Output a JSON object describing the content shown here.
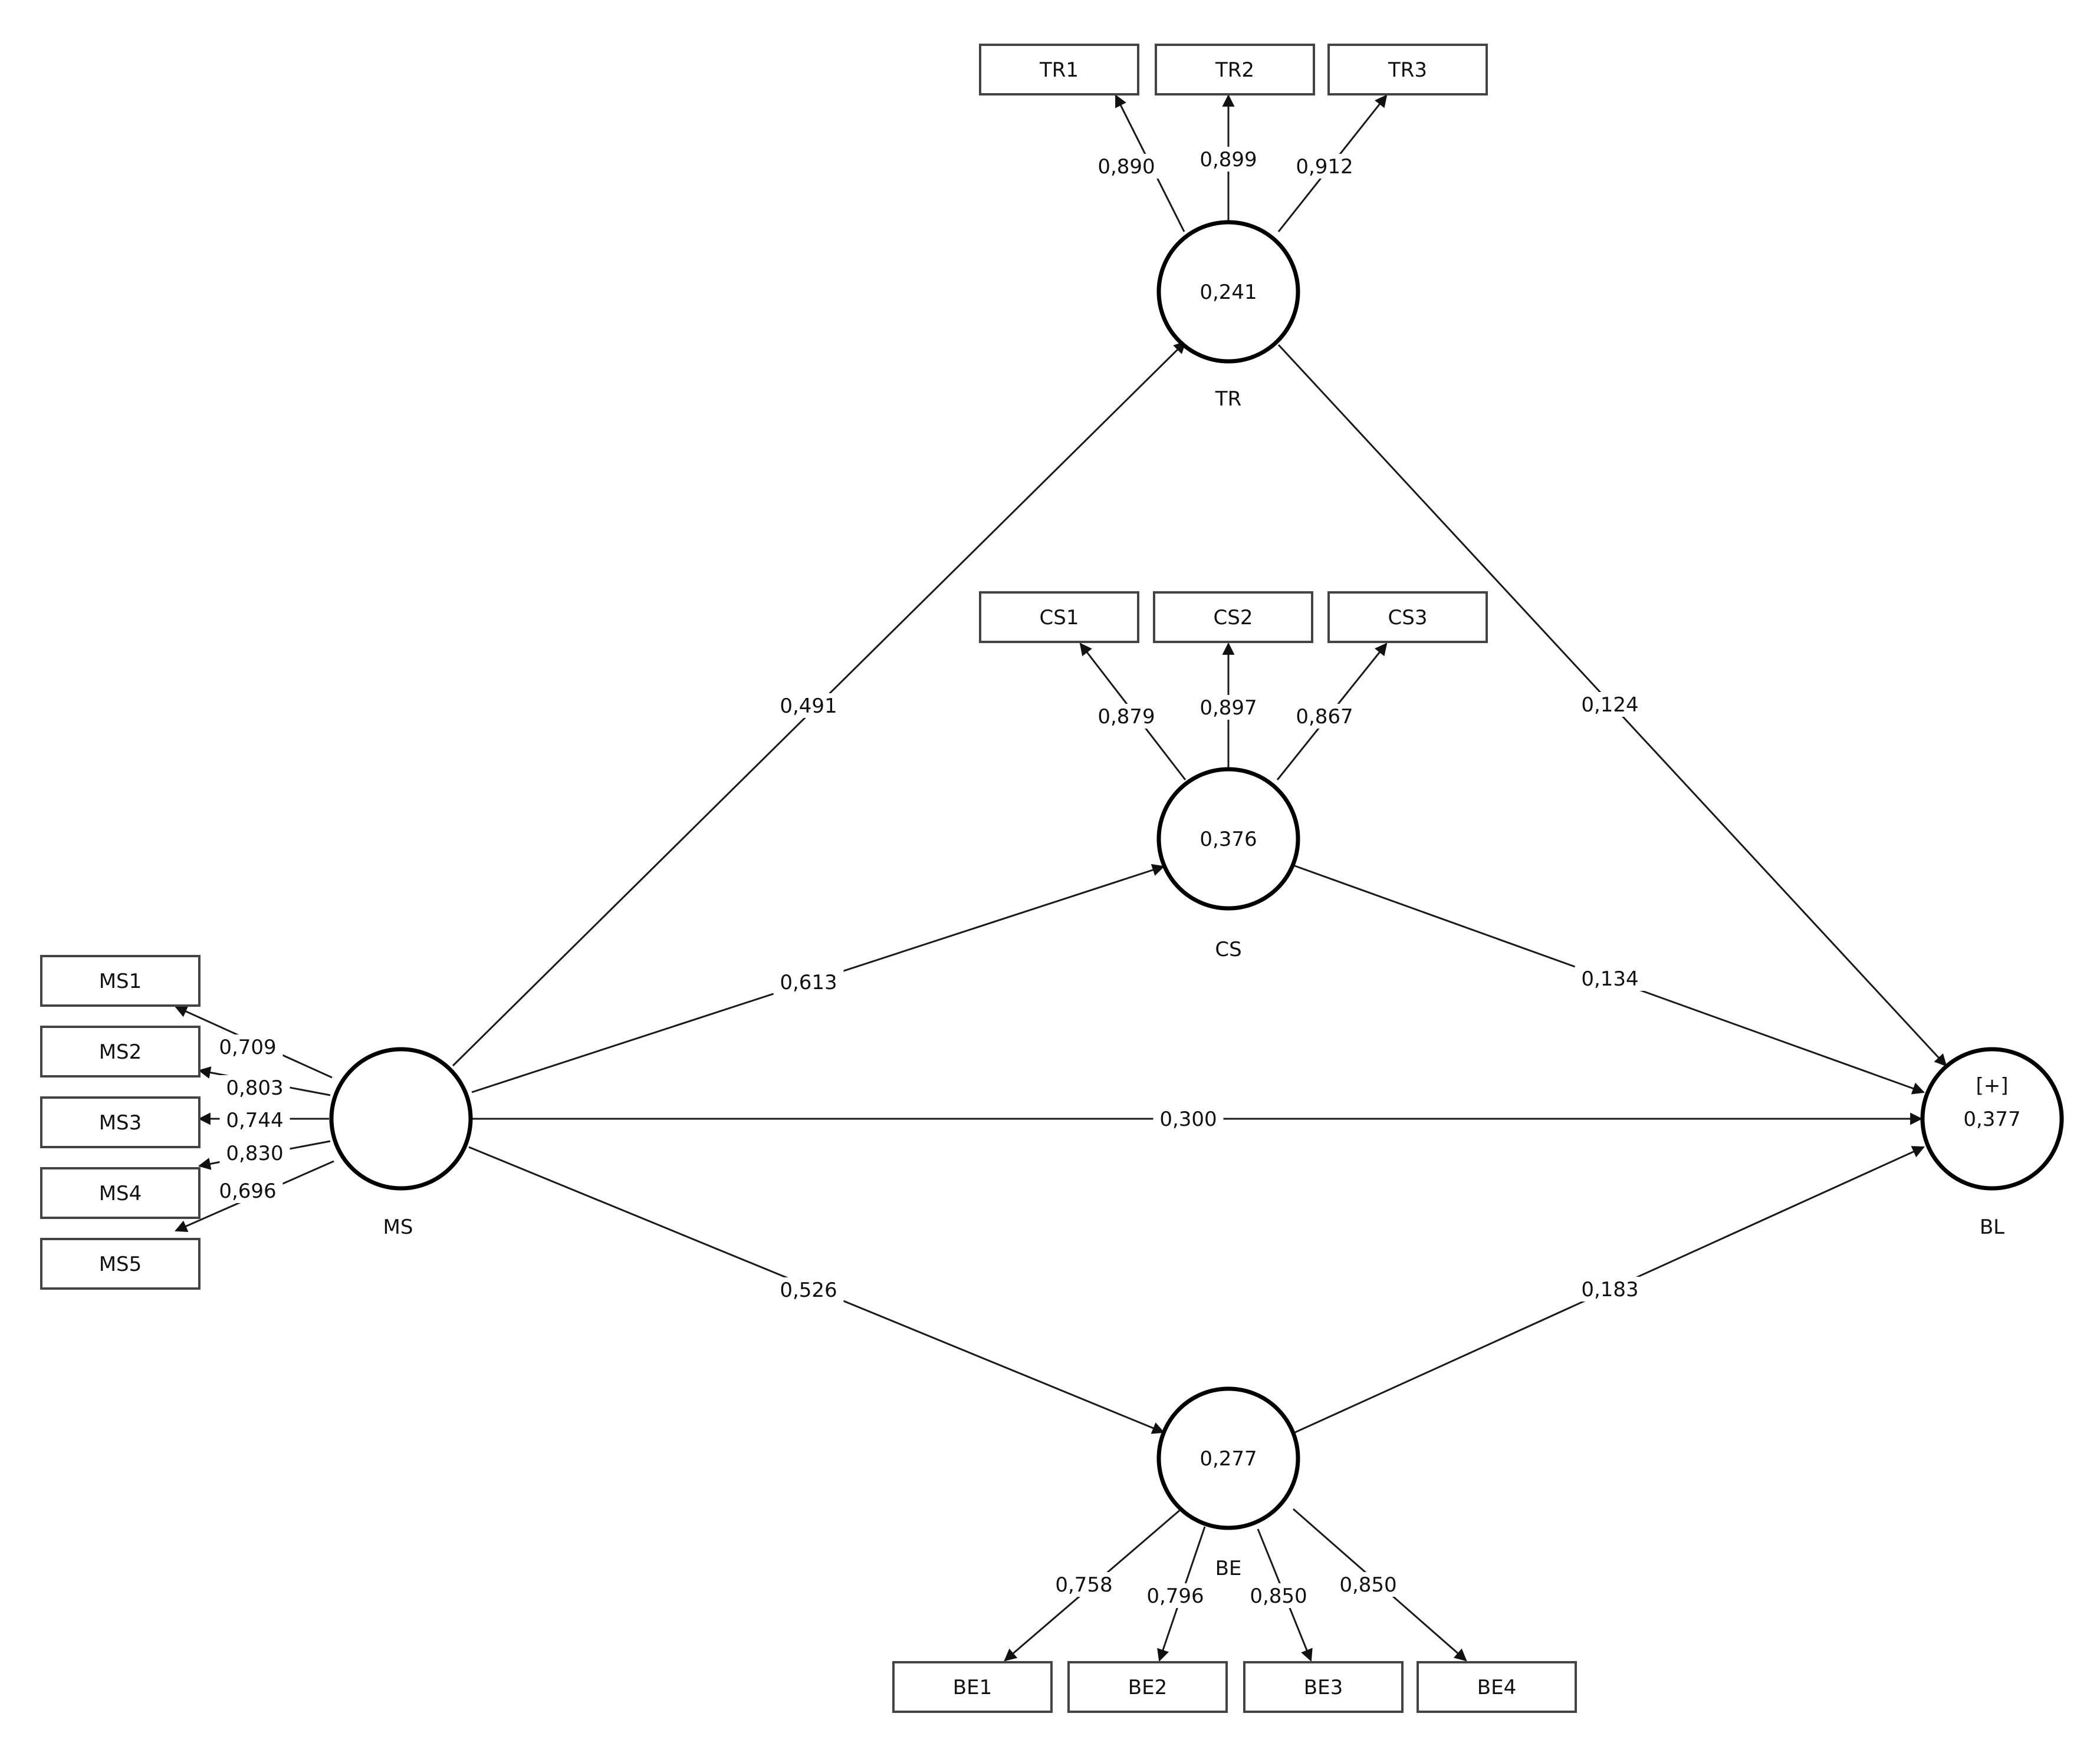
{
  "colors": {
    "stroke": "#000000",
    "text": "#111111",
    "background": "#ffffff"
  },
  "constructs": [
    {
      "id": "TR",
      "name": "TR",
      "value": "0,241",
      "extra": ""
    },
    {
      "id": "CS",
      "name": "CS",
      "value": "0,376",
      "extra": ""
    },
    {
      "id": "MS",
      "name": "MS",
      "value": "",
      "extra": ""
    },
    {
      "id": "BL",
      "name": "BL",
      "value": "0,377",
      "extra": "[+]"
    },
    {
      "id": "BE",
      "name": "BE",
      "value": "0,277",
      "extra": ""
    }
  ],
  "indicators": [
    {
      "id": "TR1",
      "label": "TR1",
      "construct": "TR",
      "loading": "0,890"
    },
    {
      "id": "TR2",
      "label": "TR2",
      "construct": "TR",
      "loading": "0,899"
    },
    {
      "id": "TR3",
      "label": "TR3",
      "construct": "TR",
      "loading": "0,912"
    },
    {
      "id": "CS1",
      "label": "CS1",
      "construct": "CS",
      "loading": "0,879"
    },
    {
      "id": "CS2",
      "label": "CS2",
      "construct": "CS",
      "loading": "0,897"
    },
    {
      "id": "CS3",
      "label": "CS3",
      "construct": "CS",
      "loading": "0,867"
    },
    {
      "id": "MS1",
      "label": "MS1",
      "construct": "MS",
      "loading": "0,709"
    },
    {
      "id": "MS2",
      "label": "MS2",
      "construct": "MS",
      "loading": "0,803"
    },
    {
      "id": "MS3",
      "label": "MS3",
      "construct": "MS",
      "loading": "0,744"
    },
    {
      "id": "MS4",
      "label": "MS4",
      "construct": "MS",
      "loading": "0,830"
    },
    {
      "id": "MS5",
      "label": "MS5",
      "construct": "MS",
      "loading": "0,696"
    },
    {
      "id": "BE1",
      "label": "BE1",
      "construct": "BE",
      "loading": "0,758"
    },
    {
      "id": "BE2",
      "label": "BE2",
      "construct": "BE",
      "loading": "0,796"
    },
    {
      "id": "BE3",
      "label": "BE3",
      "construct": "BE",
      "loading": "0,850"
    },
    {
      "id": "BE4",
      "label": "BE4",
      "construct": "BE",
      "loading": "0,850"
    }
  ],
  "paths": [
    {
      "from": "MS",
      "to": "TR",
      "coef": "0,491"
    },
    {
      "from": "MS",
      "to": "CS",
      "coef": "0,613"
    },
    {
      "from": "MS",
      "to": "BL",
      "coef": "0,300"
    },
    {
      "from": "MS",
      "to": "BE",
      "coef": "0,526"
    },
    {
      "from": "TR",
      "to": "BL",
      "coef": "0,124"
    },
    {
      "from": "CS",
      "to": "BL",
      "coef": "0,134"
    },
    {
      "from": "BE",
      "to": "BL",
      "coef": "0,183"
    }
  ]
}
